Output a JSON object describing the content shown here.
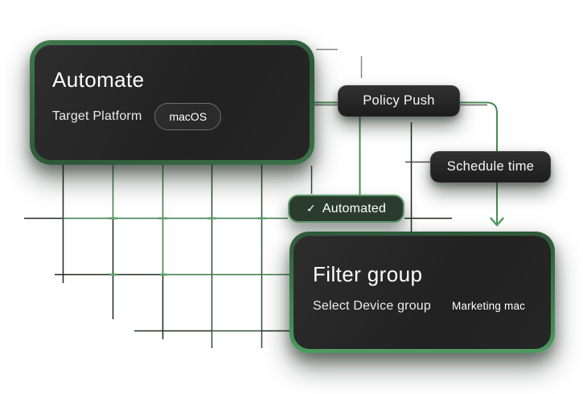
{
  "colors": {
    "bg": "#ffffff",
    "card-bg-a": "#2d2d2d",
    "card-bg-b": "#212121",
    "card-bg-c": "#262626",
    "green-border-a": "#3f7a4c",
    "green-border-b": "#2e5939",
    "green-border-c": "#3c7449",
    "green-border-d": "#4c9b5f",
    "pill-bg-a": "#313131",
    "pill-bg-b": "#1d1d1d",
    "pill-border": "#3e3e3e",
    "badge-bg": "#2b3c2f",
    "badge-border": "#5c9b69",
    "macos-border": "#6e6e6e",
    "text-main": "#ffffff",
    "text-dim": "#ececec",
    "connector": "#4a8a56",
    "connector-bright": "#57a263",
    "grid-dark": "#1e2b21",
    "grid-mid": "#2e4f36",
    "grid-green": "#3e7a49",
    "grid-bright": "#55a063"
  },
  "automate_card": {
    "title": "Automate",
    "platform_label": "Target Platform",
    "platform_value": "macOS"
  },
  "flow_nodes": {
    "policy_push": "Policy Push",
    "schedule_time": "Schedule time"
  },
  "automated_badge": {
    "check_icon": "✓",
    "label": "Automated"
  },
  "filter_card": {
    "title": "Filter group",
    "device_group_label": "Select Device group",
    "device_group_value": "Marketing mac"
  }
}
